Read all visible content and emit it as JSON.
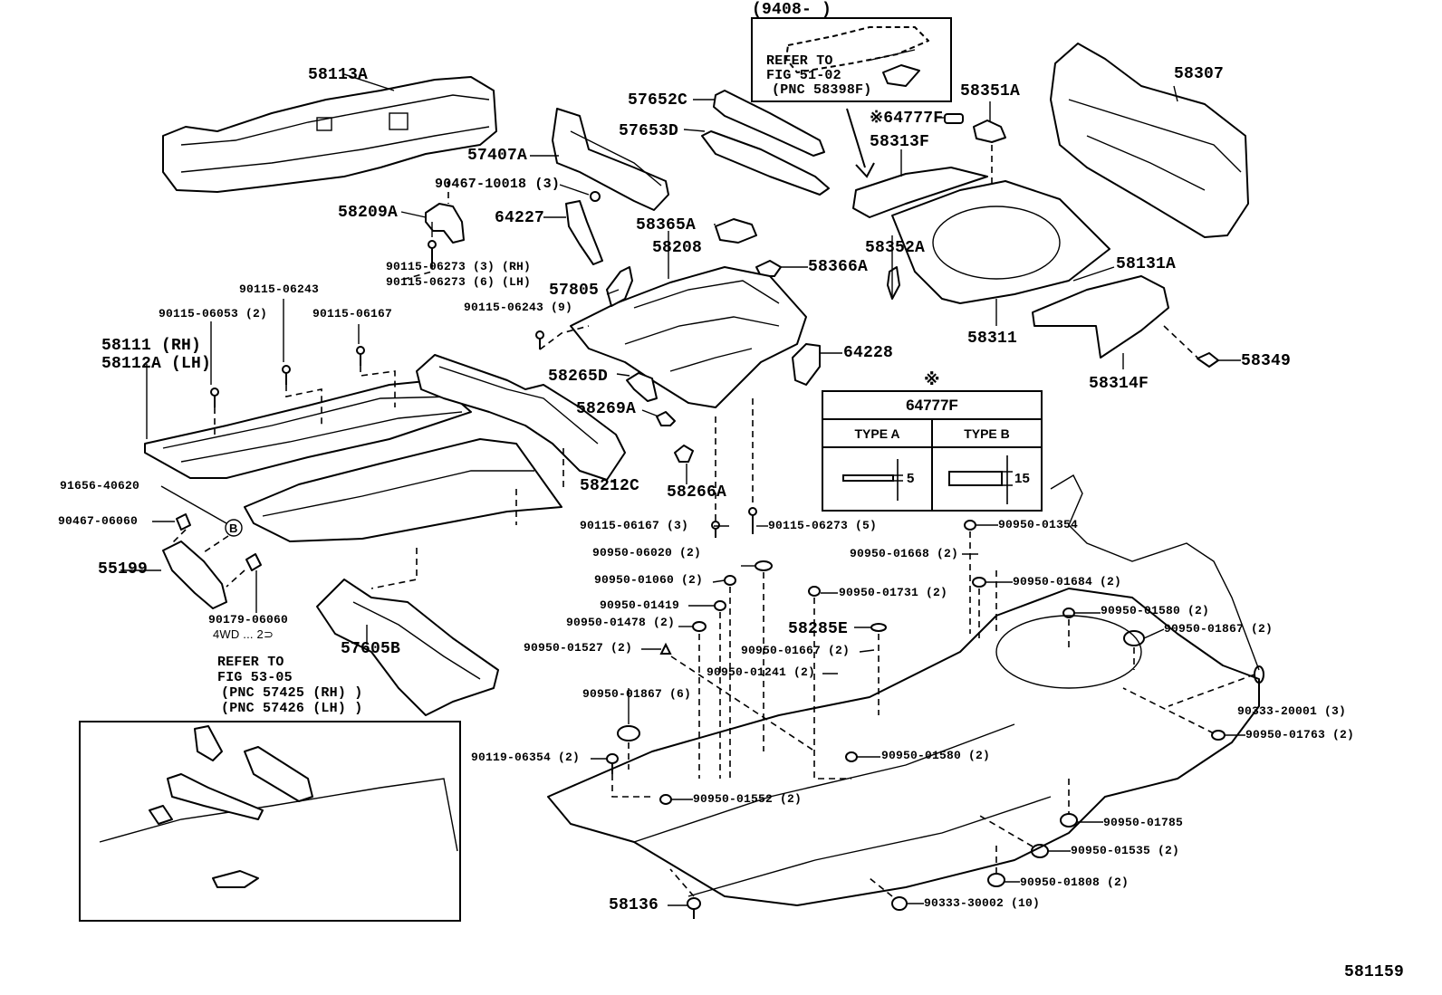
{
  "diagram": {
    "figure_number": "581159",
    "inset_top": {
      "date_range": "(9408-        )",
      "refer_line1": "REFER TO",
      "refer_line2": "FIG 51-02",
      "refer_line3": "(PNC 58398F)"
    },
    "inset_left": {
      "refer_line1": "REFER TO",
      "refer_line2": "FIG 53-05",
      "refer_line3": "(PNC 57425 (RH) )",
      "refer_line4": "(PNC 57426 (LH) )"
    },
    "type_table": {
      "note_symbol": "※",
      "part_number": "64777F",
      "types": [
        {
          "name": "TYPE A",
          "dimension": "5"
        },
        {
          "name": "TYPE B",
          "dimension": "15"
        }
      ]
    },
    "labels": {
      "p58113A": "58113A",
      "p58209A": "58209A",
      "p57652C": "57652C",
      "p57653D": "57653D",
      "p57407A": "57407A",
      "p90467_10018": "90467-10018 (3)",
      "p64227": "64227",
      "p58365A": "58365A",
      "p58208": "58208",
      "p58366A": "58366A",
      "p57805": "57805",
      "p90115_06273_rh": "90115-06273 (3) (RH)",
      "p90115_06273_lh": "90115-06273 (6) (LH)",
      "p90115_06243_9": "90115-06243 (9)",
      "p90115_06243": "90115-06243",
      "p90115_06053": "90115-06053 (2)",
      "p90115_06167": "90115-06167",
      "p58111": "58111    (RH)",
      "p58112A": "58112A (LH)",
      "p64228": "64228",
      "p58265D": "58265D",
      "p58269A": "58269A",
      "p58266A": "58266A",
      "p58212C": "58212C",
      "p90115_06167_3": "90115-06167 (3)",
      "p90115_06273_5": "90115-06273 (5)",
      "p58351A": "58351A",
      "p64777F": "※64777F",
      "p58313F": "58313F",
      "p58307": "58307",
      "p58131A": "58131A",
      "p58352A": "58352A",
      "p58311": "58311",
      "p58349": "58349",
      "p58314F": "58314F",
      "p91656_40620": "91656-40620",
      "p90467_06060": "90467-06060",
      "p55199": "55199",
      "p90179_06060": "90179-06060",
      "p4wd": "4WD ... 2⊃",
      "p57605B": "57605B",
      "p90950_06020": "90950-06020 (2)",
      "p90950_01060": "90950-01060 (2)",
      "p90950_01419": "90950-01419",
      "p90950_01478": "90950-01478 (2)",
      "p90950_01527": "90950-01527 (2)",
      "p90950_01241": "90950-01241 (2)",
      "p90950_01867_6": "90950-01867 (6)",
      "p90119_06354": "90119-06354 (2)",
      "p90950_01552": "90950-01552 (2)",
      "p90950_01580_b": "90950-01580 (2)",
      "p90950_01731": "90950-01731 (2)",
      "p58285E": "58285E",
      "p90950_01667": "90950-01667 (2)",
      "p90950_01354": "90950-01354",
      "p90950_01668": "90950-01668 (2)",
      "p90950_01684": "90950-01684 (2)",
      "p90950_01580_a": "90950-01580 (2)",
      "p90950_01867_2": "90950-01867 (2)",
      "p90333_20001": "90333-20001 (3)",
      "p90950_01763": "90950-01763 (2)",
      "p90950_01785": "90950-01785",
      "p90950_01535": "90950-01535 (2)",
      "p90950_01808": "90950-01808 (2)",
      "p90333_30002": "90333-30002 (10)",
      "p58136": "58136",
      "callout_b": "B"
    }
  }
}
